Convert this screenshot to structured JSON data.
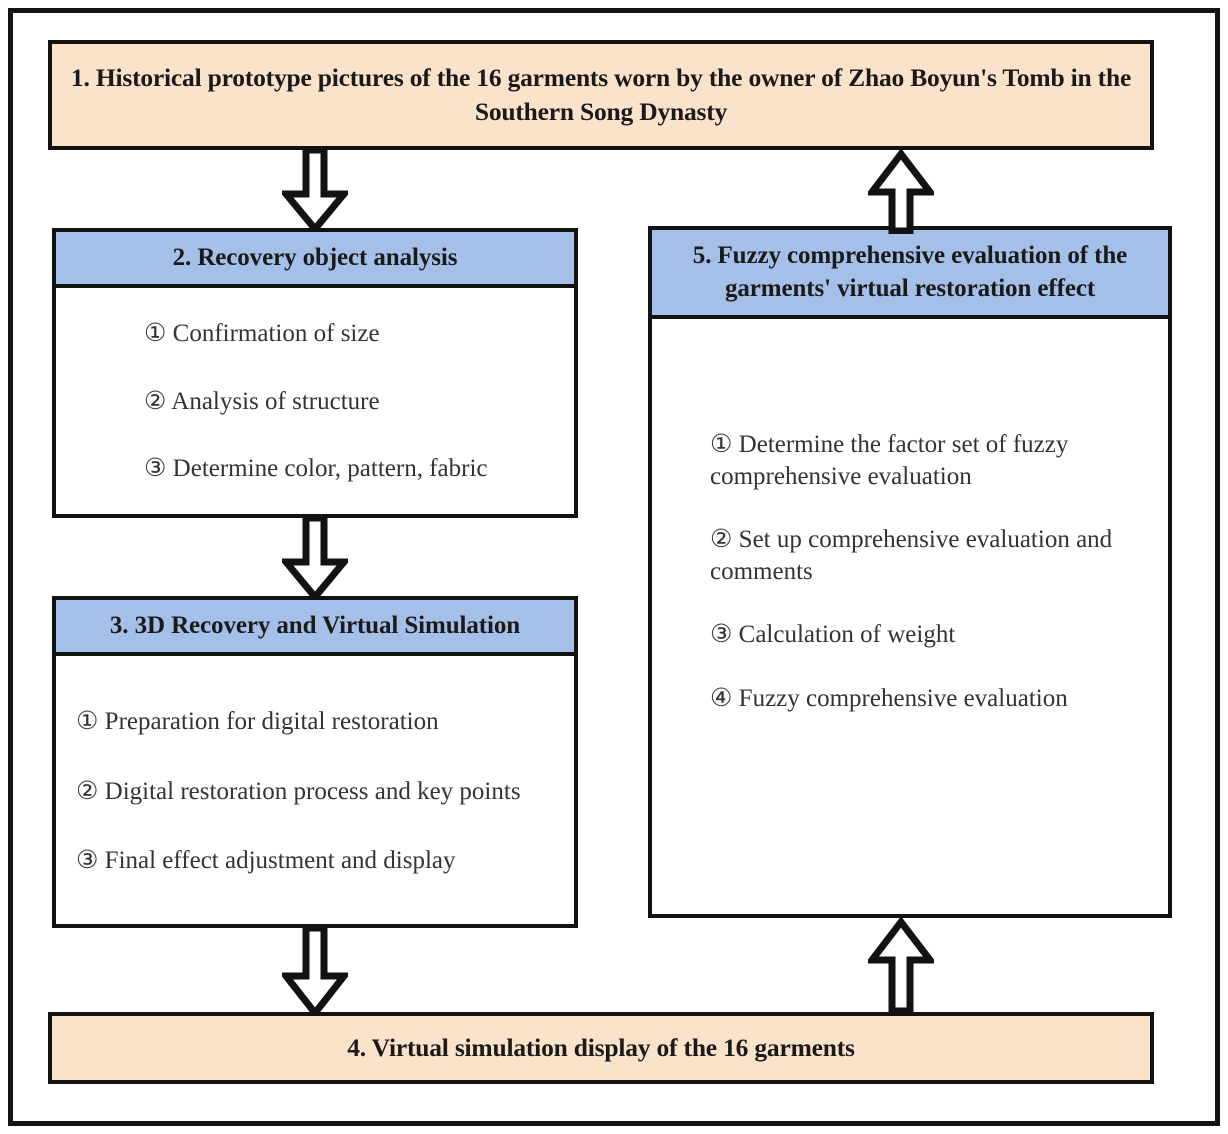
{
  "figure": {
    "type": "flowchart",
    "orientation": "two-column",
    "colors": {
      "accent_peach": "#FBE2CB",
      "accent_blue": "#A5C0E8",
      "outline": "#121212",
      "body_background": "#FFFFFF",
      "text": "#333333"
    }
  },
  "nodes": {
    "box1": {
      "id": "1",
      "title": "1. Historical prototype pictures of the 16 garments worn by the owner of Zhao Boyun's Tomb in the Southern Song Dynasty",
      "style": "peach"
    },
    "box2": {
      "id": "2",
      "title": "2. Recovery object analysis",
      "items": [
        "① Confirmation of size",
        "② Analysis of structure",
        "③ Determine color, pattern, fabric"
      ]
    },
    "box3": {
      "id": "3",
      "title": "3. 3D Recovery and Virtual Simulation",
      "items": [
        "① Preparation for digital restoration",
        "② Digital restoration process and key points",
        "③ Final effect adjustment and display"
      ]
    },
    "box4": {
      "id": "4",
      "title": "4. Virtual simulation display of the 16 garments",
      "style": "peach"
    },
    "box5": {
      "id": "5",
      "title": "5. Fuzzy comprehensive evaluation of the garments' virtual restoration effect",
      "items": [
        "① Determine the factor set of fuzzy comprehensive evaluation",
        "② Set up comprehensive evaluation and comments",
        "③ Calculation of weight",
        "④ Fuzzy comprehensive evaluation"
      ]
    }
  },
  "arrows": [
    {
      "name": "arrow-box1-to-box2",
      "from": "1",
      "to": "2",
      "direction": "down"
    },
    {
      "name": "arrow-box2-to-box3",
      "from": "2",
      "to": "3",
      "direction": "down"
    },
    {
      "name": "arrow-box3-to-box4",
      "from": "3",
      "to": "4",
      "direction": "down"
    },
    {
      "name": "arrow-box4-to-box5",
      "from": "4",
      "to": "5",
      "direction": "up"
    },
    {
      "name": "arrow-box5-to-box1",
      "from": "5",
      "to": "1",
      "direction": "up"
    }
  ]
}
